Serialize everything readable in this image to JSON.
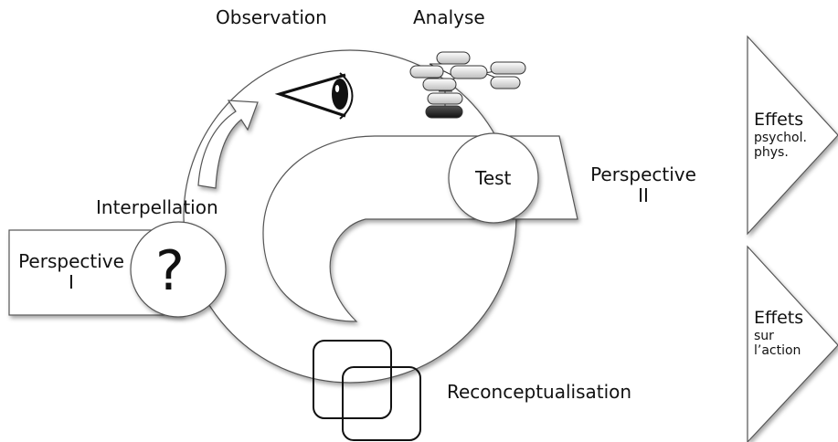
{
  "labels": {
    "observation": "Observation",
    "analyse": "Analyse",
    "interpellation": "Interpellation",
    "perspective_1_title": "Perspective",
    "perspective_1_num": "I",
    "perspective_2_title": "Perspective",
    "perspective_2_num": "II",
    "test": "Test",
    "question_mark": "?",
    "reconceptualisation": "Reconceptualisation"
  },
  "effects": [
    {
      "title": "Effets",
      "lines": [
        "psychol.",
        "phys."
      ]
    },
    {
      "title": "Effets",
      "lines": [
        "sur",
        "l’action"
      ]
    }
  ],
  "icons": {
    "eye": "eye-icon",
    "analysis_tree": "analysis-tree-icon",
    "arrow": "curved-arrow-icon",
    "squares": "overlapping-squares-icon"
  }
}
